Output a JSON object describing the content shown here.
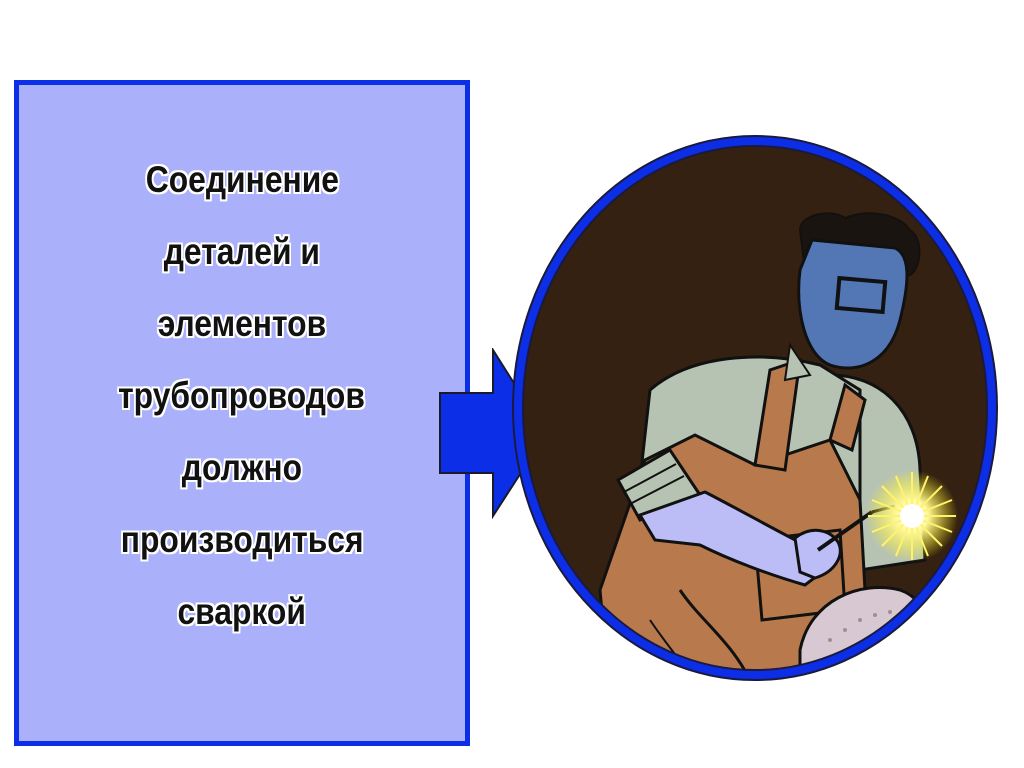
{
  "panel": {
    "lines": [
      "Соединение",
      "деталей и",
      "элементов",
      "трубопроводов",
      "должно",
      "производиться",
      "сваркой"
    ]
  },
  "colors": {
    "panel_fill": "#aab1fa",
    "border_blue": "#0c2ee6",
    "arrow_blue": "#0c2ee6",
    "background_dark": "#352112"
  },
  "illustration": {
    "subject": "welder-in-mask-welding-pipe"
  }
}
